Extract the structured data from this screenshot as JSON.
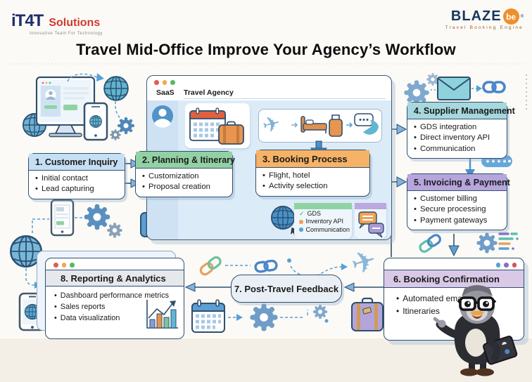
{
  "header": {
    "logo_left": {
      "brand": "iT4T",
      "suffix": "Solutions",
      "tagline": "Innovative Team For Technology"
    },
    "logo_right": {
      "brand": "BLAZE",
      "badge": "be",
      "tagline": "Travel Booking Engine"
    },
    "title": "Travel Mid-Office Improve Your Agency’s Workflow"
  },
  "browser": {
    "tab_label": "SaaS",
    "window_title": "Travel Agency"
  },
  "legend": {
    "items": [
      {
        "label": "GDS",
        "marker": "✓",
        "color": "#3da56b"
      },
      {
        "label": "Inventory API",
        "marker": "dot",
        "color": "#f0a155"
      },
      {
        "label": "Communication",
        "marker": "dot",
        "color": "#5b9fd4"
      }
    ]
  },
  "steps": [
    {
      "title": "1. Customer Inquiry",
      "bullets": [
        "Initial contact",
        "Lead capturing"
      ],
      "header_color": "#c6dff3"
    },
    {
      "title": "2. Planning & Itinerary",
      "bullets": [
        "Customization",
        "Proposal creation"
      ],
      "header_color": "#92d1a4"
    },
    {
      "title": "3. Booking Process",
      "bullets": [
        "Flight, hotel",
        "Activity selection"
      ],
      "header_color": "#f6b266"
    },
    {
      "title": "4. Supplier Management",
      "bullets": [
        "GDS integration",
        "Direct inventory API",
        "Communication"
      ],
      "header_color": "#a6d8de"
    },
    {
      "title": "5. Invoicing & Payment",
      "bullets": [
        "Customer billing",
        "Secure processing",
        "Payment gateways"
      ],
      "header_color": "#b6a6dd"
    },
    {
      "title": "6. Booking Confirmation",
      "bullets": [
        "Automated emails",
        "Itineraries"
      ],
      "header_color": "#d9c9e7"
    },
    {
      "title": "7. Post-Travel Feedback",
      "bullets": [],
      "header_color": "#eaeff6"
    },
    {
      "title": "8. Reporting & Analytics",
      "bullets": [
        "Dashboard performance metrics",
        "Sales reports",
        "Data visualization"
      ],
      "header_color": "#e5e8ec"
    }
  ],
  "colors": {
    "outline": "#2f4f6e",
    "dashed_wire": "#56a0d8",
    "arrow_blue": "#7fb3e0",
    "arrow_green": "#5fbe90",
    "accent_blue": "#4a90c8"
  }
}
